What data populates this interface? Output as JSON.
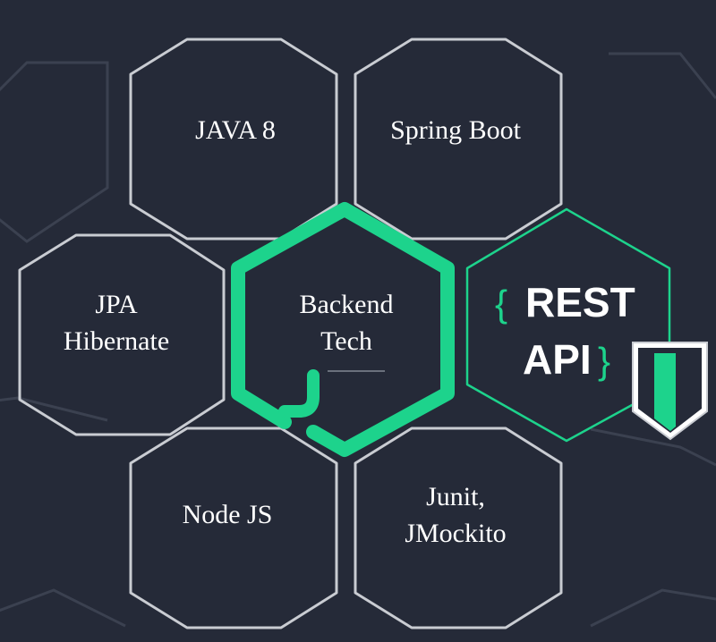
{
  "hexagons": {
    "java": {
      "line1": "JAVA 8"
    },
    "spring": {
      "line1": "Spring Boot"
    },
    "jpa": {
      "line1": "JPA",
      "line2": "Hibernate"
    },
    "center": {
      "line1": "Backend",
      "line2": "Tech"
    },
    "node": {
      "line1": "Node JS"
    },
    "junit": {
      "line1": "Junit,",
      "line2": "JMockito"
    }
  },
  "rest_logo": {
    "open_brace": "{",
    "line1": "REST",
    "line2": "API",
    "close_brace": "}"
  },
  "colors": {
    "background": "#252a38",
    "hex_outline": "#c9ccd2",
    "faint_outline": "#3b4150",
    "accent_green": "#1dd38c",
    "text": "#ffffff"
  }
}
